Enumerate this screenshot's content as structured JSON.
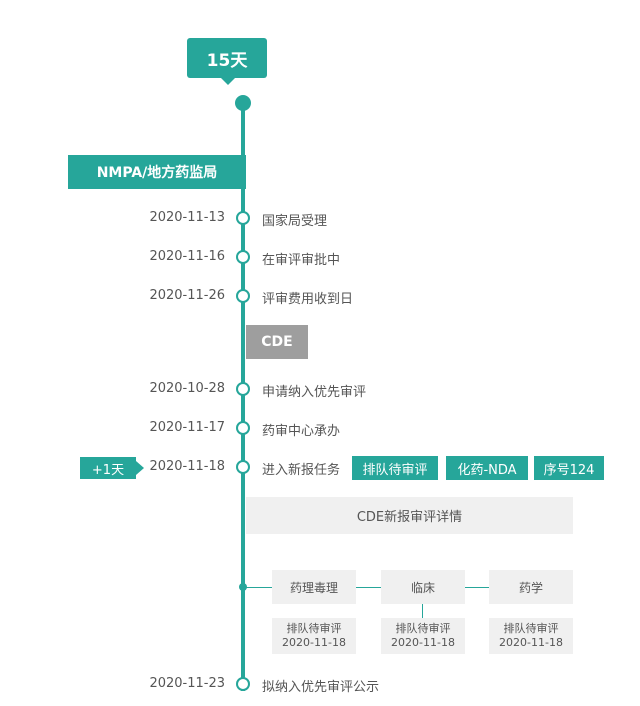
{
  "header": {
    "days_label": "15天"
  },
  "section_nmpa": {
    "title": "NMPA/地方药监局"
  },
  "section_cde": {
    "title": "CDE"
  },
  "nmpa_events": [
    {
      "date": "2020-11-13",
      "label": "国家局受理"
    },
    {
      "date": "2020-11-16",
      "label": "在审评审批中"
    },
    {
      "date": "2020-11-26",
      "label": "评审费用收到日"
    }
  ],
  "cde_events": [
    {
      "date": "2020-10-28",
      "label": "申请纳入优先审评"
    },
    {
      "date": "2020-11-17",
      "label": "药审中心承办"
    },
    {
      "date": "2020-11-18",
      "label": "进入新报任务"
    }
  ],
  "extra_badge": "+1天",
  "tags": [
    "排队待审评",
    "化药-NDA",
    "序号124"
  ],
  "detail": {
    "title": "CDE新报审评详情",
    "branches": [
      {
        "name": "药理毒理",
        "status": "排队待审评",
        "date": "2020-11-18"
      },
      {
        "name": "临床",
        "status": "排队待审评",
        "date": "2020-11-18"
      },
      {
        "name": "药学",
        "status": "排队待审评",
        "date": "2020-11-18"
      }
    ]
  },
  "final_event": {
    "date": "2020-11-23",
    "label": "拟纳入优先审评公示"
  },
  "colors": {
    "accent": "#26a69a",
    "gray": "#9e9e9e",
    "panel": "#f0f0f0"
  }
}
